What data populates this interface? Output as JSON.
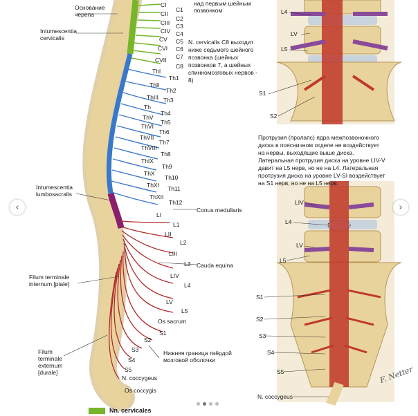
{
  "labels": {
    "left": [
      {
        "id": "osnovanie",
        "text": "Основание черепа"
      },
      {
        "id": "intumescentia-cervicalis",
        "text": "Intumescentia cervicalis"
      },
      {
        "id": "intumescentia-lumbosacralis",
        "text": "Intumescentia lumbosacralis"
      },
      {
        "id": "filum-internum",
        "text": "Filum terminale internum [piale]"
      },
      {
        "id": "filum-externum",
        "text": "Filum terminale externum [durale]"
      }
    ],
    "top_right": "над первым шейным позвонком",
    "nerve_note": "N. cervicalis C8 выходит ниже седьмого шейного позвонка (шейных позвонков 7, а шейных спинномозговых нервов - 8)",
    "conus": "Conus medullaris",
    "cauda": "Cauda equina",
    "os_sacrum": "Os sacrum",
    "dura_lower": "Нижняя граница твёрдой мозговой оболочки",
    "n_coccygeus": "N. coccygeus",
    "os_coccygis": "Os coccygis"
  },
  "nerves": {
    "cervical": [
      "CI",
      "C1",
      "CII",
      "C2",
      "C3",
      "CIII",
      "C4",
      "CIV",
      "C5",
      "CV",
      "C6",
      "CVI",
      "C7",
      "CVII",
      "C8"
    ],
    "thoracic": [
      "ThI",
      "Th1",
      "ThII",
      "Th2",
      "ThIII",
      "Th3",
      "Th",
      "Th4",
      "ThV",
      "Th5",
      "ThVI",
      "Th6",
      "ThVII",
      "Th7",
      "ThVIII",
      "Th8",
      "ThIX",
      "Th9",
      "ThX",
      "Th10",
      "ThXI",
      "Th11",
      "ThXII",
      "Th12"
    ],
    "lumbar": [
      "LI",
      "L1",
      "LII",
      "L2",
      "LIII",
      "L3",
      "LIV",
      "L4",
      "LV",
      "L5"
    ],
    "sacral": [
      "S1",
      "S2",
      "S3",
      "S4",
      "S5"
    ]
  },
  "right_panel": {
    "top_labels": [
      "L4",
      "LV",
      "L5",
      "S1",
      "S2"
    ],
    "caption": "Протрузия (пролапс) ядра межпозвоночного диска в поясничном отделе не воздействует на нервы, выходящие выше диска. Латеральная протрузия диска на уровне LIV-V давит на L5 нерв, но не на L4. Латеральная протрузия диска на уровне LV-SI воздействует на S1 нерв, но не на L5 нерв.",
    "bottom_labels": [
      "LIV",
      "L4",
      "LV",
      "L5",
      "S1",
      "S2",
      "S3",
      "S4",
      "S5",
      "N. coccygeus"
    ]
  },
  "legend": {
    "label": "Nn. cervicales",
    "color": "#77b52a"
  },
  "colors": {
    "bone": "#e9d39c",
    "bone_dark": "#c7a862",
    "cervical": "#77b52a",
    "thoracic": "#3a78c9",
    "lumbar": "#b02b2b",
    "sacral_cord": "#8a1f6d",
    "nerve_red": "#c0392b",
    "disc": "#c9d3de"
  },
  "signature": "F. Netter",
  "carousel": {
    "prev": "‹",
    "next": "›",
    "dots": 4,
    "active": 1
  }
}
